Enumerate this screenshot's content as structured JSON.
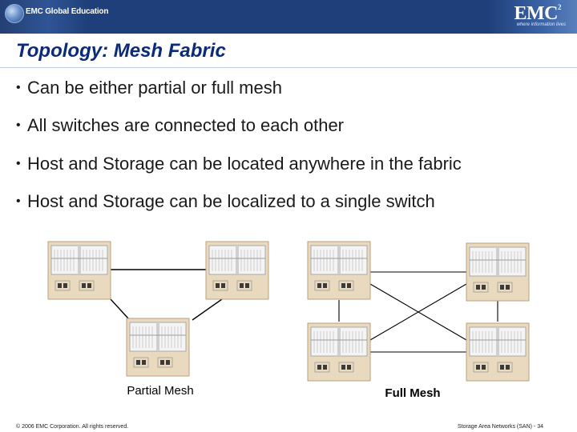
{
  "header": {
    "brand_left": "EMC Global Education",
    "logo_text": "EMC",
    "logo_sup": "2",
    "tagline": "where information lives"
  },
  "title": "Topology: Mesh Fabric",
  "bullets": [
    "Can be either partial or full mesh",
    "All switches are connected to each other",
    "Host and Storage can be located anywhere in the fabric",
    "Host and Storage can be localized to a single switch"
  ],
  "diagram": {
    "partial_caption": "Partial Mesh",
    "full_caption": "Full Mesh",
    "colors": {
      "switch_bg": "#e8d9bf",
      "switch_border": "#b9a37e",
      "panel": "#f4f4f4",
      "line": "#000000"
    }
  },
  "footer": {
    "copyright": "© 2006 EMC Corporation. All rights reserved.",
    "page_label": "Storage Area Networks (SAN) - 34"
  }
}
